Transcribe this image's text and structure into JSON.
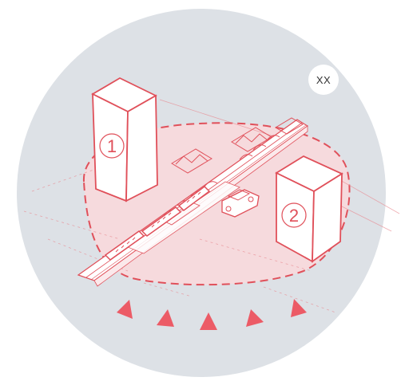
{
  "badge": {
    "label": "XX"
  },
  "buildings": [
    {
      "label": "1"
    },
    {
      "label": "2"
    }
  ],
  "colors": {
    "circle_bg": "#dde1e6",
    "accent": "#e0505a",
    "zone_fill": "#f6dadd",
    "arrow_fill": "#ec5b66"
  },
  "direction_arrows": {
    "count": 5,
    "icon": "triangle-arrow-icon"
  }
}
